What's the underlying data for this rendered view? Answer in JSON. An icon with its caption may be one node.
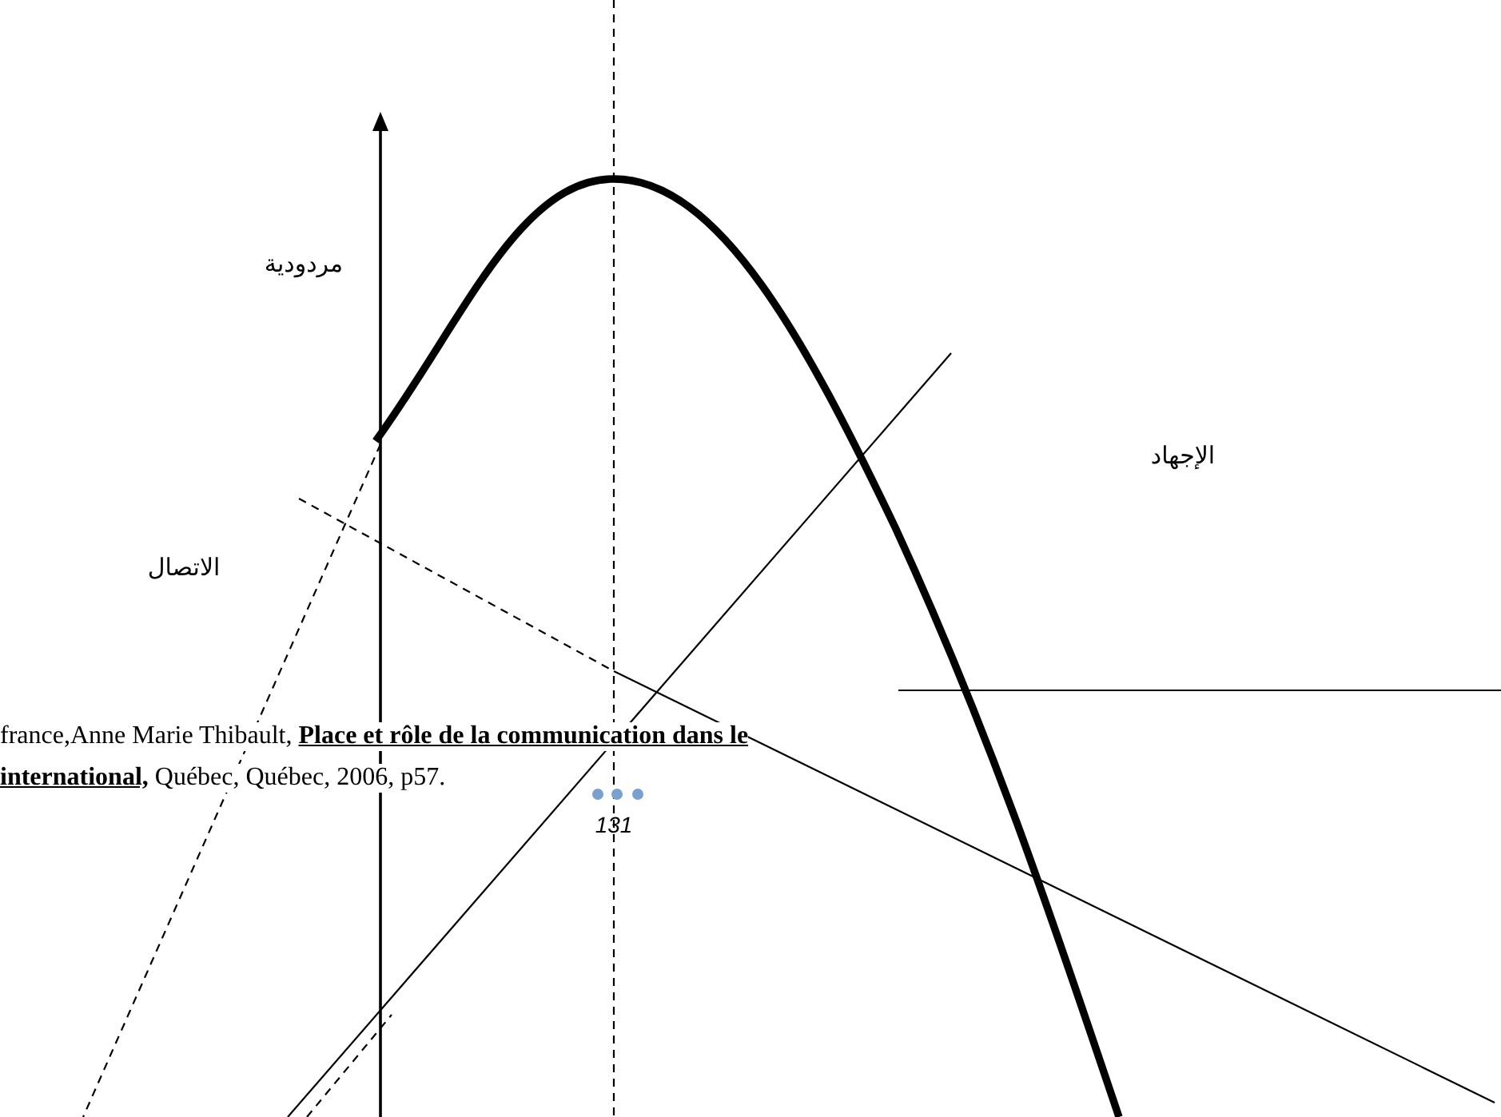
{
  "diagram": {
    "labels": [
      "مردودية",
      "الإجهاد",
      "الاتصال",
      "france,Anne Marie Thibault, **Place et rôle de la communication dans le**",
      "**international,** Québec, Québec, 2006, p57.",
      "131"
    ]
  }
}
